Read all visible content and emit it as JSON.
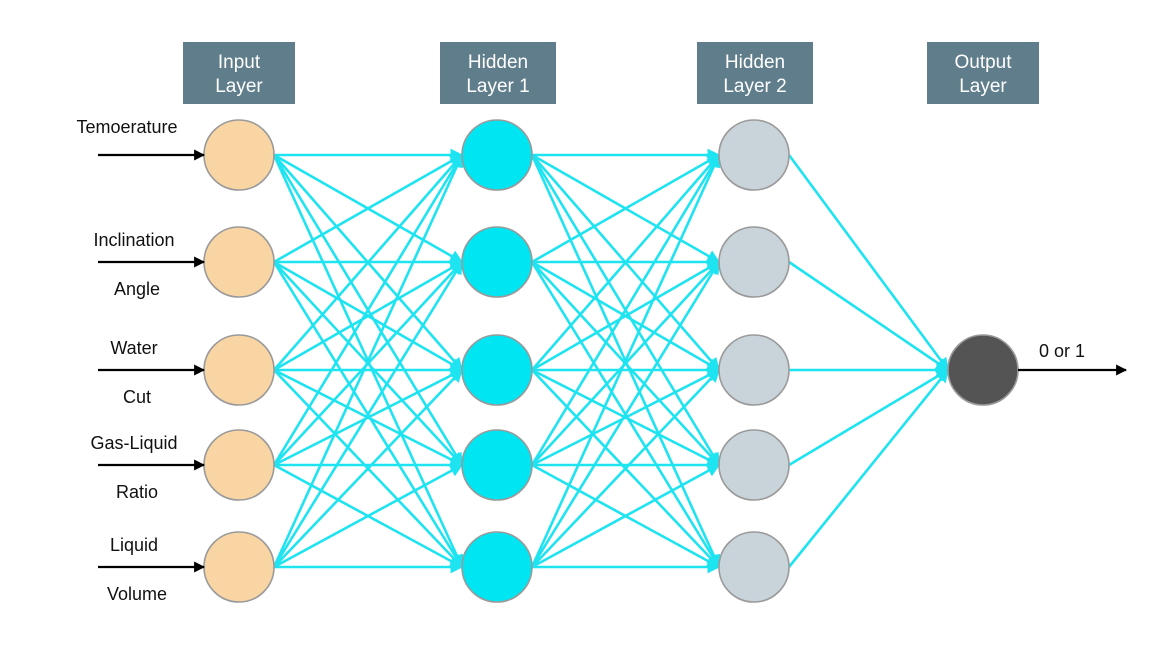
{
  "layers": [
    {
      "id": "input",
      "label_line1": "Input",
      "label_line2": "Layer",
      "fill": "#f9d5a4",
      "node_count": 5
    },
    {
      "id": "hidden1",
      "label_line1": "Hidden",
      "label_line2": "Layer 1",
      "fill": "#00e5f2",
      "node_count": 5
    },
    {
      "id": "hidden2",
      "label_line1": "Hidden",
      "label_line2": "Layer 2",
      "fill": "#c9d3da",
      "node_count": 5
    },
    {
      "id": "output",
      "label_line1": "Output",
      "label_line2": "Layer",
      "fill": "#545454",
      "node_count": 1
    }
  ],
  "inputs": [
    {
      "lines": [
        "Temoerature"
      ]
    },
    {
      "lines": [
        "Inclination",
        "Angle"
      ]
    },
    {
      "lines": [
        "Water",
        "Cut"
      ]
    },
    {
      "lines": [
        "Gas-Liquid",
        "Ratio"
      ]
    },
    {
      "lines": [
        "Liquid",
        "Volume"
      ]
    }
  ],
  "output": {
    "label": "0 or 1"
  },
  "colors": {
    "header": "#607d8b",
    "connection": "#1ee3f0",
    "arrow": "#000000"
  }
}
